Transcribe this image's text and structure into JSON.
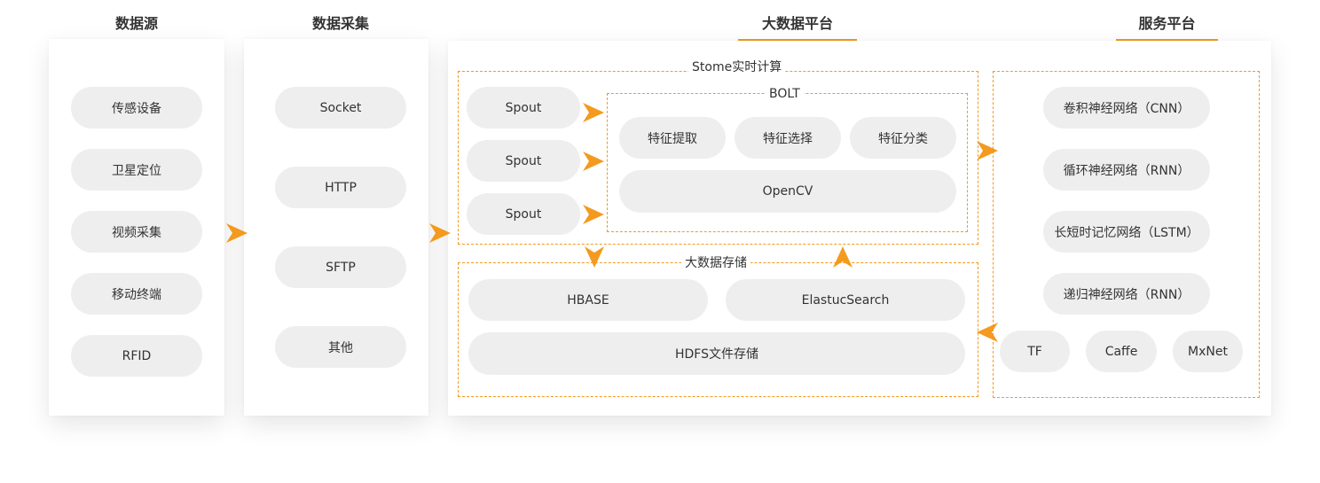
{
  "columns": {
    "data_source": {
      "title": "数据源",
      "items": [
        "传感设备",
        "卫星定位",
        "视频采集",
        "移动终端",
        "RFID"
      ]
    },
    "data_collection": {
      "title": "数据采集",
      "items": [
        "Socket",
        "HTTP",
        "SFTP",
        "其他"
      ]
    },
    "big_data_platform": {
      "title": "大数据平台",
      "storm": {
        "label": "Stome实时计算",
        "spouts": [
          "Spout",
          "Spout",
          "Spout"
        ],
        "bolt": {
          "label": "BOLT",
          "features": [
            "特征提取",
            "特征选择",
            "特征分类"
          ],
          "opencv": "OpenCV"
        }
      },
      "storage": {
        "label": "大数据存储",
        "hbase": "HBASE",
        "elastic": "ElastucSearch",
        "hdfs": "HDFS文件存储"
      }
    },
    "service_platform": {
      "title": "服务平台",
      "networks": [
        "卷积神经网络（CNN）",
        "循环神经网络（RNN）",
        "长短时记忆网络（LSTM）",
        "递归神经网络（RNN）"
      ],
      "frameworks": [
        "TF",
        "Caffe",
        "MxNet"
      ]
    }
  },
  "colors": {
    "accent": "#f39a1f",
    "pill_bg": "#eeeeee",
    "text": "#333333"
  }
}
